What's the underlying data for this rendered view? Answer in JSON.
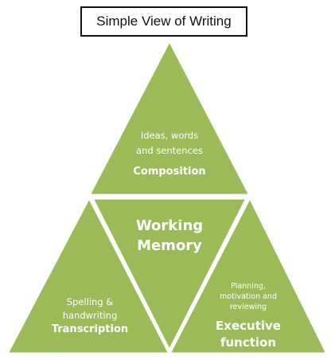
{
  "title": "Simple View of Writing",
  "colors": {
    "fill": "#9bbb59",
    "stroke": "#ffffff",
    "text": "#ffffff"
  },
  "composition": {
    "line1": "Ideas, words",
    "line2": "and sentences",
    "label": "Composition"
  },
  "working_memory": {
    "line1": "Working",
    "line2": "Memory"
  },
  "transcription": {
    "line1": "Spelling &",
    "line2": "handwriting",
    "label": "Transcription"
  },
  "executive_function": {
    "line1": "Planning,",
    "line2": "motivation and",
    "line3": "reviewing",
    "label1": "Executive",
    "label2": "function"
  }
}
